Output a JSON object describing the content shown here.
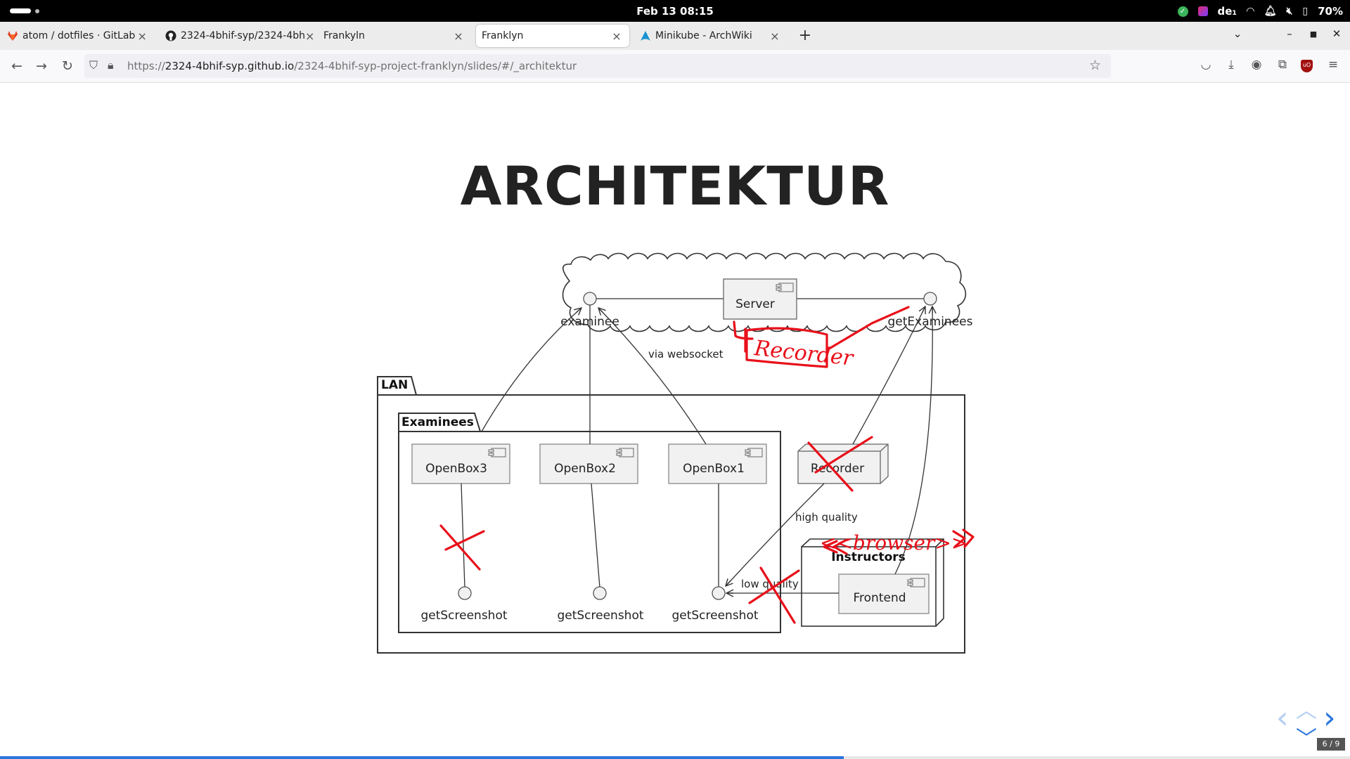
{
  "system": {
    "clock": "Feb 13  08:15",
    "keyboard": "de₁",
    "battery": "70%"
  },
  "browser": {
    "tabs": [
      {
        "label": "atom / dotfiles · GitLab",
        "icon": "gitlab-icon"
      },
      {
        "label": "2324-4bhif-syp/2324-4bh",
        "icon": "github-icon"
      },
      {
        "label": "Frankyln",
        "icon": ""
      },
      {
        "label": "Franklyn",
        "icon": "",
        "active": true
      },
      {
        "label": "Minikube - ArchWiki",
        "icon": "archwiki-icon"
      }
    ],
    "url_prefix": "https://",
    "url_host": "2324-4bhif-syp.github.io",
    "url_path": "/2324-4bhif-syp-project-franklyn/slides/#/_architektur"
  },
  "slide": {
    "title": "ARCHITEKTUR",
    "page_indicator": "6 / 9",
    "progress_fraction": 0.625
  },
  "diagram": {
    "server_label": "Server",
    "examinee_label": "examinee",
    "get_examinees_label": "getExaminees",
    "via_websocket": "via websocket",
    "lan_label": "LAN",
    "examinees_label": "Examinees",
    "openbox3": "OpenBox3",
    "openbox2": "OpenBox2",
    "openbox1": "OpenBox1",
    "recorder": "Recorder",
    "high_quality": "high quality",
    "low_quality": "low quality",
    "instructors": "Instructors",
    "frontend": "Frontend",
    "get_screenshot_1": "getScreenshot",
    "get_screenshot_2": "getScreenshot",
    "get_screenshot_3": "getScreenshot",
    "handwritten_recorder": "Recorder",
    "handwritten_browser": "<<browser>>"
  },
  "colors": {
    "annotation": "#e8101a",
    "box_fill": "#f1f1f1",
    "accent": "#2a76dd"
  }
}
